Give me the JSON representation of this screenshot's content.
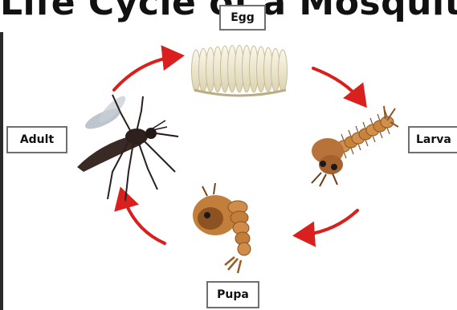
{
  "title": "Life Cycle of a Mosquito",
  "stages": {
    "egg": "Egg",
    "larva": "Larva",
    "pupa": "Pupa",
    "adult": "Adult"
  },
  "colors": {
    "arrow": "#d9201f",
    "egg_fill": "#efe9d2",
    "larva_body": "#c8843a",
    "pupa_body": "#c27f3b",
    "adult_body": "#3a2a26",
    "label_border": "#6f6f6f"
  }
}
